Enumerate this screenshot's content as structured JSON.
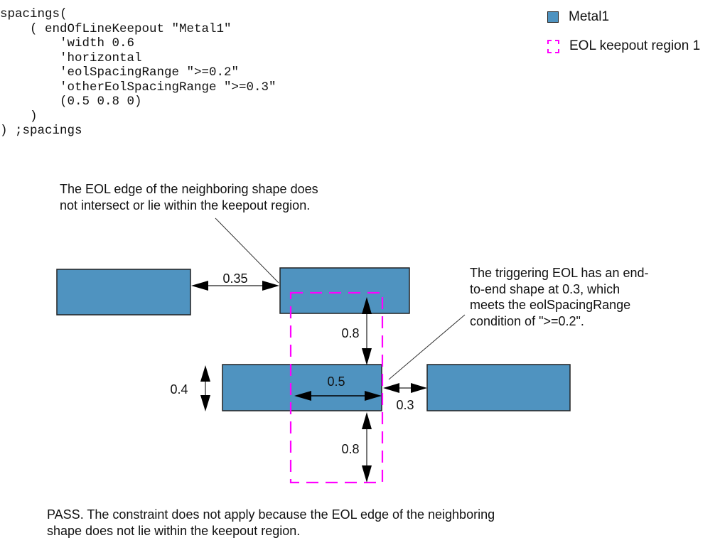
{
  "code": {
    "lines": [
      "spacings(",
      "    ( endOfLineKeepout \"Metal1\"",
      "        'width 0.6",
      "        'horizontal",
      "        'eolSpacingRange \">=0.2\"",
      "        'otherEolSpacingRange \">=0.3\"",
      "        (0.5 0.8 0)",
      "    )",
      ") ;spacings"
    ]
  },
  "legend": {
    "items": [
      {
        "label": "Metal1",
        "type": "fill",
        "color": "#4f93c0"
      },
      {
        "label": "EOL keepout region 1",
        "type": "dashed",
        "color": "#ff00ff"
      }
    ]
  },
  "annotations": {
    "neighbor_note": "The EOL edge of the neighboring shape does not intersect or lie within the keepout region.",
    "neighbor_note_lines": [
      "The EOL edge of the neighboring shape does",
      "not intersect or lie within the keepout region."
    ],
    "trigger_note_lines": [
      "The triggering EOL has an end-",
      "to-end shape at 0.3, which",
      "meets the eolSpacingRange",
      "condition of \">=0.2\"."
    ],
    "result_lines": [
      "PASS. The constraint does not apply because the EOL edge of the neighboring",
      "shape does not lie within the keepout region."
    ]
  },
  "dimensions": {
    "spacing_top": "0.35",
    "keepout_forward_top": "0.8",
    "width": "0.4",
    "keepout_backward": "0.5",
    "end_to_end": "0.3",
    "keepout_forward_bottom": "0.8"
  },
  "colors": {
    "metal": "#4f93c0",
    "keepout": "#ff00ff",
    "outline": "#222222"
  }
}
